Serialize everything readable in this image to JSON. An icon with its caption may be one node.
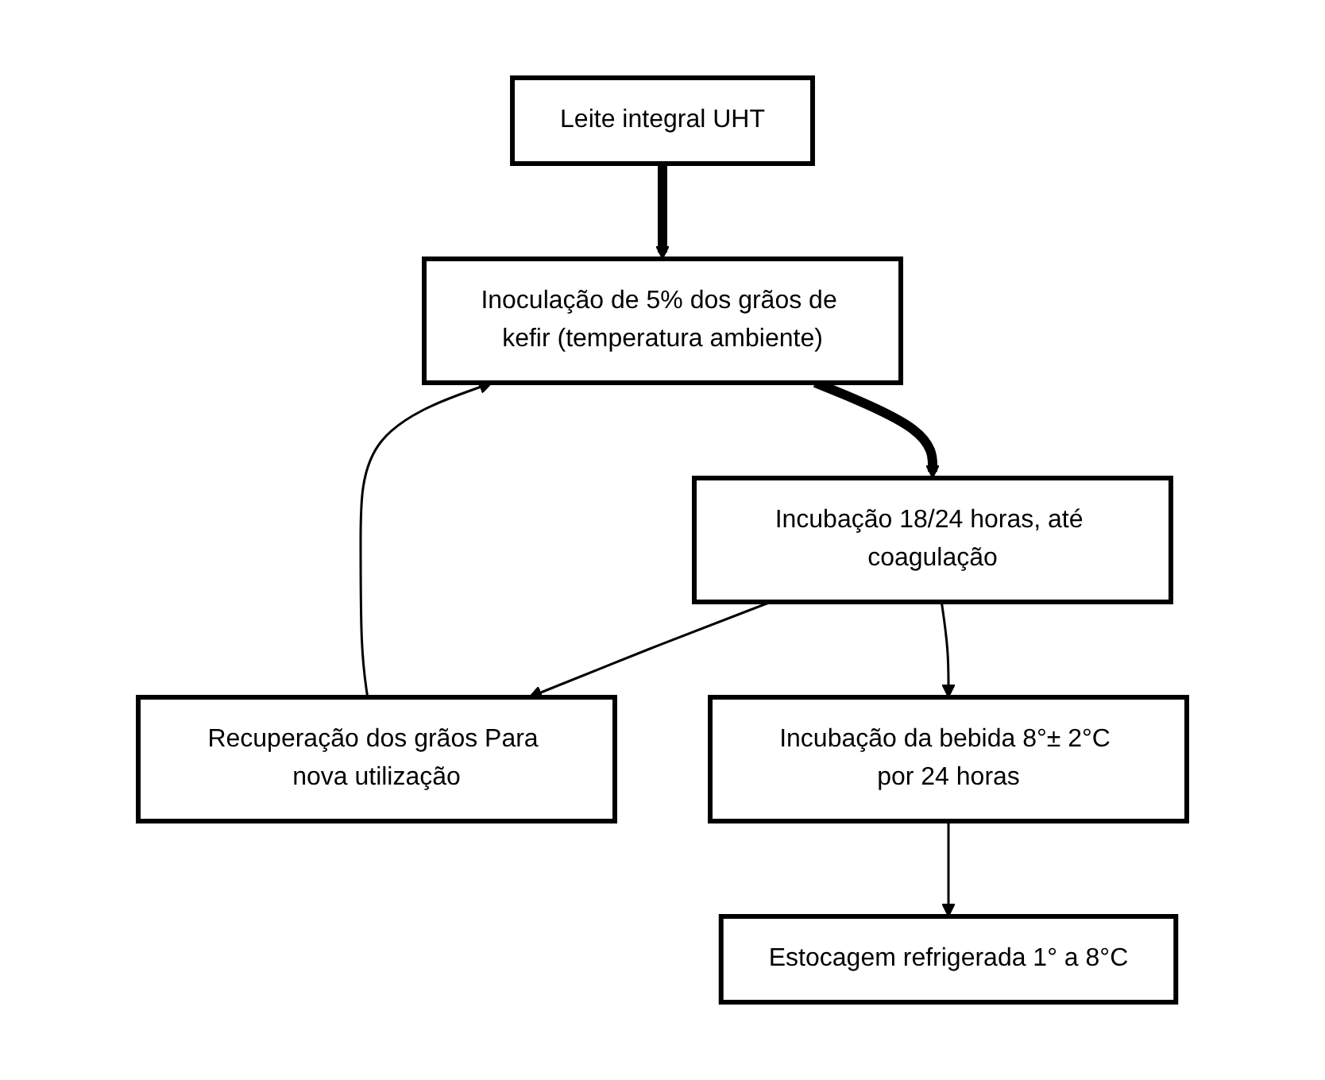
{
  "diagram": {
    "nodes": [
      {
        "text": [
          "Leite integral UHT"
        ]
      },
      {
        "text": [
          "Inoculação de 5% dos grãos de kefir (temperatura ambiente)"
        ]
      },
      {
        "text": [
          "Incubação 18/24 horas, até coagulação"
        ]
      },
      {
        "text": [
          "Recuperação dos grãos Para nova utilização"
        ]
      },
      {
        "text": [
          "Incubação da bebida 8°± 2°C por 24 horas"
        ]
      },
      {
        "text": [
          "Estocagem refrigerada 1° a 8°C"
        ]
      }
    ],
    "edges": [
      {
        "from": 0,
        "to": 1,
        "arrow": "to",
        "style": "thick"
      },
      {
        "from": 1,
        "to": 2,
        "arrow": "to",
        "style": "thick"
      },
      {
        "from": 2,
        "to": 3,
        "arrow": "to"
      },
      {
        "from": 2,
        "to": 4,
        "arrow": "to"
      },
      {
        "from": 3,
        "to": 1,
        "arrow": "to"
      },
      {
        "from": 4,
        "to": 5,
        "arrow": "to"
      }
    ]
  }
}
